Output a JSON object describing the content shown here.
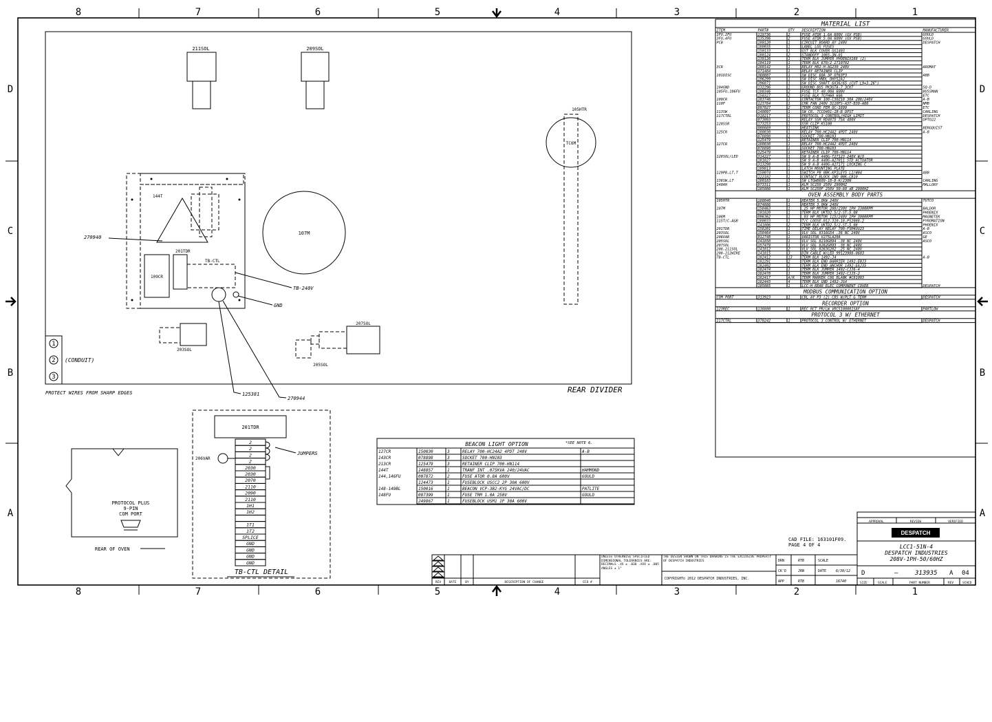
{
  "border": {
    "cols_top": [
      "8",
      "7",
      "6",
      "5",
      "4",
      "3",
      "2",
      "1"
    ],
    "rows_left": [
      "D",
      "C",
      "B",
      "A"
    ]
  },
  "material_list": {
    "title": "MATERIAL LIST",
    "headers": [
      "ITEM",
      "PART#",
      "QTY",
      "DESCRIPTION",
      "MANUFACTURER"
    ],
    "rows": [
      [
        "1FU,2FU",
        "119736",
        "2",
        "FUSE ATQR 1.6A 600V (GV PSB)",
        "GOULD"
      ],
      [
        "3FU,4FU",
        "135396",
        "2",
        "FUSE ATQR 5.0A 600V (GV PSB)",
        "GOULD"
      ],
      [
        "PCB",
        "180120",
        "1",
        "CIRCUIT BOARD AY 240V",
        "DESPATCH"
      ],
      [
        "",
        "180035",
        "1",
        "LABEL LGG FUSES",
        ""
      ],
      [
        "",
        "150133",
        "1",
        "GST BLK COVER GG1403",
        ""
      ],
      [
        "",
        "180124",
        "2",
        "STANDOFF 1085-3N-01",
        ""
      ],
      [
        "",
        "139126",
        "1",
        "TERM BLK JUMPER PHOENIX188 (2)",
        ""
      ],
      [
        "",
        "104119",
        "1",
        "TERM BLK 670/2 2710702",
        ""
      ],
      [
        "3CR",
        "180142",
        "1",
        "RELAY H02-H-AG230 240V",
        "AROMAT"
      ],
      [
        "",
        "171484",
        "1",
        "RELAY RETAINER CLIP",
        ""
      ],
      [
        "101DISC",
        "360807",
        "1",
        "SW DISC 60A 3P OT63F3",
        "ABB"
      ],
      [
        "",
        "196299",
        "1",
        "SW DISC HNDL OHYS2AJ",
        ""
      ],
      [
        "",
        "396871",
        "1",
        "SW DISC SHAFT 6X36/65 (CUT L9=3.26\")",
        ""
      ],
      [
        "104GND",
        "132296",
        "1",
        "GROUND BUS PK3GTA-7 3CKT",
        "SQ-D"
      ],
      [
        "105FU,106FU",
        "180346",
        "2",
        "FUSE TCF 40.00A 600V",
        "BUSSMAN"
      ],
      [
        "",
        "150327",
        "2",
        "FUSE BLK TCFH60 60A",
        "ETC"
      ],
      [
        "109CR",
        "183746",
        "1",
        "CONTACTOR 100-C30Z10 30A 208/240V",
        "A-B"
      ],
      [
        "110F",
        "123784",
        "1",
        "CHR FAN 240V 3110FS-A3T-B30-A00",
        "NMB"
      ],
      [
        "",
        "097027",
        "2",
        "TERM CORD FEM QC-1899",
        "ETC"
      ],
      [
        "113SW",
        "140097",
        "1",
        "SW CR. 7CCO401-1B-B DPST",
        "CARLING"
      ],
      [
        "117CTRL",
        "310217",
        "1",
        "PROTOCOL 3 CONTROL/HIGH LIMIT",
        "DESPATCH"
      ],
      [
        "",
        "073093",
        "1",
        "RELAY SSR RD4875 75A 480V",
        "OPTO22"
      ],
      [
        "120SSR",
        "173253",
        "1",
        "SSR CLIP KS100",
        ""
      ],
      [
        "",
        "088669",
        "1",
        "HEATSINK",
        "BERGQUIST"
      ],
      [
        "125CR",
        "180030",
        "1",
        "RELAY 700-HC24A2 4PDT 240V",
        "A-B"
      ],
      [
        "",
        "078898",
        "1",
        "SOCKET 700-HN103",
        ""
      ],
      [
        "",
        "125479",
        "1",
        "RETAINER CLIP 700-HN114",
        ""
      ],
      [
        "127CR",
        "180030",
        "1",
        "RELAY 700-HC24A2 4PDT 240V",
        ""
      ],
      [
        "",
        "078898",
        "1",
        "SOCKET 700-HN103",
        ""
      ],
      [
        "",
        "125479",
        "1",
        "RETAINER CLIP 700-HN114",
        ""
      ],
      [
        "128SOL/LED",
        "314227",
        "1",
        "SW 9 A-B 440G-T27123 240V W/O",
        ""
      ],
      [
        "",
        "181827",
        "1",
        "SW 9 A-B 440G-A27011 STD ACTUATOR",
        ""
      ],
      [
        "",
        "313298",
        "1",
        "SW 9 A-B 440G-A27171 LOCKING C",
        ""
      ],
      [
        "",
        "189813",
        "1",
        "LATCH MOUNTING PLATE",
        ""
      ],
      [
        "129PB,LT,T",
        "150074",
        "1",
        "SWITCH PB 0BK-KP1LEY5 L1/W04",
        "ABB"
      ],
      [
        "",
        "122182",
        "1",
        "CONTACT BLOCK 1NO 0BK-CB10",
        ""
      ],
      [
        "136SW,LT",
        "180183",
        "1",
        "SW LTGW0609-1B-B-R/230N",
        "CARLING"
      ],
      [
        "140AH",
        "073311",
        "1",
        "ALM SC250 250V 2900HZ",
        "MALLORY"
      ],
      [
        "",
        "185086",
        "1",
        "ALM SC250F 250V 50-60 dB 2900HZ",
        ""
      ]
    ],
    "oven_title": "OVEN ASSEMBLY BODY PARTS",
    "oven_rows": [
      [
        "105HTR",
        "180040",
        "1",
        "HEATER 5.0KW 240V",
        "TUTCO"
      ],
      [
        "",
        "074886",
        "1",
        "HEATER 3.0KW 240V",
        ""
      ],
      [
        "107M",
        "158463",
        "1",
        ".25 HP MOTOR 208/230V 1PH 3300RPM",
        "BALDOR"
      ],
      [
        "",
        "101020",
        "1",
        "TERM BLK UKTD2.5/2-ST-5.08",
        "PHOENIX"
      ],
      [
        "108M",
        "096362",
        "1",
        ".03 HP MOTOR 115/240V 1PH 3000RPM",
        "MAGNETEK"
      ],
      [
        "115T/C-A&B",
        "180033",
        "1",
        "T/C LOOSE-012-310-18-PS2088-2",
        "PYROMATION"
      ],
      [
        "",
        "141806",
        "2",
        "TERM BLK UKTD2.5/2-ST-5.08",
        "PHOENIX"
      ],
      [
        "201TDR",
        "158201",
        "1",
        "TIME DELAY RELAY 700-FSM4UU23",
        "A-B"
      ],
      [
        "203SOL",
        "158464",
        "1",
        "VLV SOL 8316G54 .36 NC 240V",
        "ASCO"
      ],
      [
        "206VAR",
        "012748",
        "1",
        "VARISTOR V275LA20A",
        "GE"
      ],
      [
        "205SOL",
        "141850",
        "1",
        "VLV SOL 8210G094 .38 NC 240V",
        "ASCO"
      ],
      [
        "207SOL",
        "157479",
        "1",
        "VLV SOL 8262G093 .38 NC 240V",
        ""
      ],
      [
        "208,211SOL",
        "141812",
        "2",
        "VLV SOL 8263G202 .25 NC 240V",
        ""
      ],
      [
        "208-212WIRE",
        "141815",
        "3",
        "DIN CABLE W/LED 99123908-0603",
        ""
      ],
      [
        "TB-CTL",
        "182412",
        "13",
        "TERM BLK 1492-J4",
        "A-B"
      ],
      [
        "",
        "182291",
        "2",
        "TERM BLK END BARRIER 1492-EBJ3",
        ""
      ],
      [
        "",
        "182402",
        "2",
        "TERM BLK END ANCHOR 1492-EAJ35",
        ""
      ],
      [
        "",
        "182474",
        "1",
        "TERM BLK JUMPER 1492-CJJ6-4",
        ""
      ],
      [
        "",
        "182478",
        "1",
        "TERM BLK JUMPER 1492-CJJ5-2",
        ""
      ],
      [
        "",
        "182417",
        "A/R",
        "TERM MARKER C86 BLANK #C81003",
        ""
      ],
      [
        "",
        "182443",
        "4",
        "TERM BLK GND 1492-JG4",
        ""
      ],
      [
        "",
        "185085",
        "1",
        "LCC-H REAR ELEC COMPONENT COVER",
        "DESPATCH"
      ]
    ],
    "modbus_title": "MODBUS COMMUNICATION OPTION",
    "modbus_rows": [
      [
        "COM PORT",
        "313923",
        "1",
        "CBL AY P3 (2) CBS W/PLT & TERM",
        "DESPATCH"
      ]
    ],
    "recorder_title": "RECORDER OPTION",
    "recorder_rows": [
      [
        "123REC",
        "138880",
        "1",
        "REC RCT PR/LW VRC5100001SAF",
        "PARTLOW"
      ]
    ],
    "ethernet_title": "PROTOCOL 3 W/ ETHERNET",
    "ethernet_rows": [
      [
        "117CTRL",
        "370242",
        "1",
        "PROTOCOL 3 CONTROL W/ ETHERNET",
        "DESPATCH"
      ]
    ]
  },
  "beacon": {
    "title": "BEACON LIGHT OPTION",
    "note": "*SEE NOTE 6.",
    "rows": [
      [
        "127CR",
        "150030",
        "3",
        "RELAY 700-HC24A2 4PDT 240V",
        "A-B"
      ],
      [
        "143CR",
        "078898",
        "3",
        "SOCKET 700-HN103",
        ""
      ],
      [
        "213CR",
        "125479",
        "3",
        "RETAINER CLIP 700-HN114",
        ""
      ],
      [
        "144T",
        "148857",
        "1",
        "TRANF INT .075KVA 240/24VAC",
        "HAMMOND"
      ],
      [
        "144,146FU",
        "007872",
        "2",
        "FUSE ATQR 0.8A 600V",
        "GOULD"
      ],
      [
        "",
        "124473",
        "1",
        "FUSEBLOCK USCC2 2P 30A 600V",
        ""
      ],
      [
        "148-149BL",
        "150016",
        "1",
        "BEACON VCP-3B2-KYG 24VAC/DC",
        "PATLITE"
      ],
      [
        "148FU",
        "097399",
        "1",
        "FUSE TRM 1.0A 250V",
        "GOULD"
      ],
      [
        "",
        "249867",
        "1",
        "FUSEBLOCK USM1 1P 30A 600V",
        ""
      ]
    ]
  },
  "drawing": {
    "comp_211sol": "211SOL",
    "comp_209sol": "209SOL",
    "comp_105htr": "105HTR",
    "comp_tcm": "TC6M",
    "comp_107m": "107M",
    "comp_144t": "144T",
    "comp_201tdr": "201TDR",
    "comp_tbctl": "TB-CTL",
    "comp_109cr": "109CR",
    "comp_203sol": "203SOL",
    "comp_207sol": "207SOL",
    "comp_205sol": "205SOL",
    "callout_270940": "270940",
    "callout_tb240": "TB-240V",
    "callout_gnd": "GND",
    "callout_125381": "125381",
    "callout_270944": "270944",
    "conduit": "(CONDUIT)",
    "protect_note": "PROTECT WIRES FROM SHARP EDGES",
    "rear_divider": "REAR DIVIDER",
    "circles": [
      "1",
      "2",
      "3"
    ]
  },
  "detail": {
    "header": "201TDR",
    "jumpers": "JUMPERS",
    "varistor": "206VAR",
    "terminals": [
      "2",
      "2",
      "2",
      "2",
      "2030",
      "2030",
      "2070",
      "2110",
      "2090",
      "2110",
      "1H1",
      "1H2",
      "",
      "1T1",
      "1T2",
      "SPLICE",
      "GND",
      "GND",
      "GND",
      "GND"
    ],
    "title": "TB-CTL DETAIL"
  },
  "rear": {
    "line1": "PROTOCOL PLUS",
    "line2": "9-PIN",
    "line3": "COM PORT",
    "caption": "REAR OF OVEN"
  },
  "cad": {
    "file": "CAD FILE: 163101F09.",
    "page": "PAGE 4 OF 4"
  },
  "title_block": {
    "approved": [
      "APPROVAL",
      "REVIEW",
      "VERIFIED"
    ],
    "company_badge": "DESPATCH",
    "model": "LCC1-51N-4",
    "company": "DESPATCH INDUSTRIES",
    "spec": "208V-1PH-50/60HZ",
    "size": "D",
    "dash": "—",
    "part_number": "313935",
    "rev": "A",
    "sheet": "04",
    "labels_bottom": [
      "SIZE",
      "SCALE",
      "PART NUMBER",
      "REV",
      "SCHED"
    ],
    "rev_headers": [
      "REV",
      "DATE",
      "BY",
      "DESCRIPTION OF CHANGE",
      "ECO #"
    ],
    "unless": "UNLESS OTHERWISE SPECIFIED DIMENSIONAL TOLERANCES ARE:",
    "decimals": "DECIMALS .XX ± .030 .XXX ± .005 ANGLES ± 1°",
    "proprietary": "THE DESIGN SHOWN ON THIS DRAWING IS THE EXCLUSIVE PROPERTY OF DESPATCH INDUSTRIES",
    "copyright": "COPYRIGHT© 2012 DESPATCH INDUSTRIES, INC.",
    "sign_labels": [
      "DRN",
      "CK'D",
      "APP"
    ],
    "sign_values": [
      "RTB",
      "JRN",
      "RTB"
    ],
    "scale_label": "SCALE",
    "date_label": "DATE",
    "date_value": "6/30/12",
    "sheet_code": "16740"
  }
}
